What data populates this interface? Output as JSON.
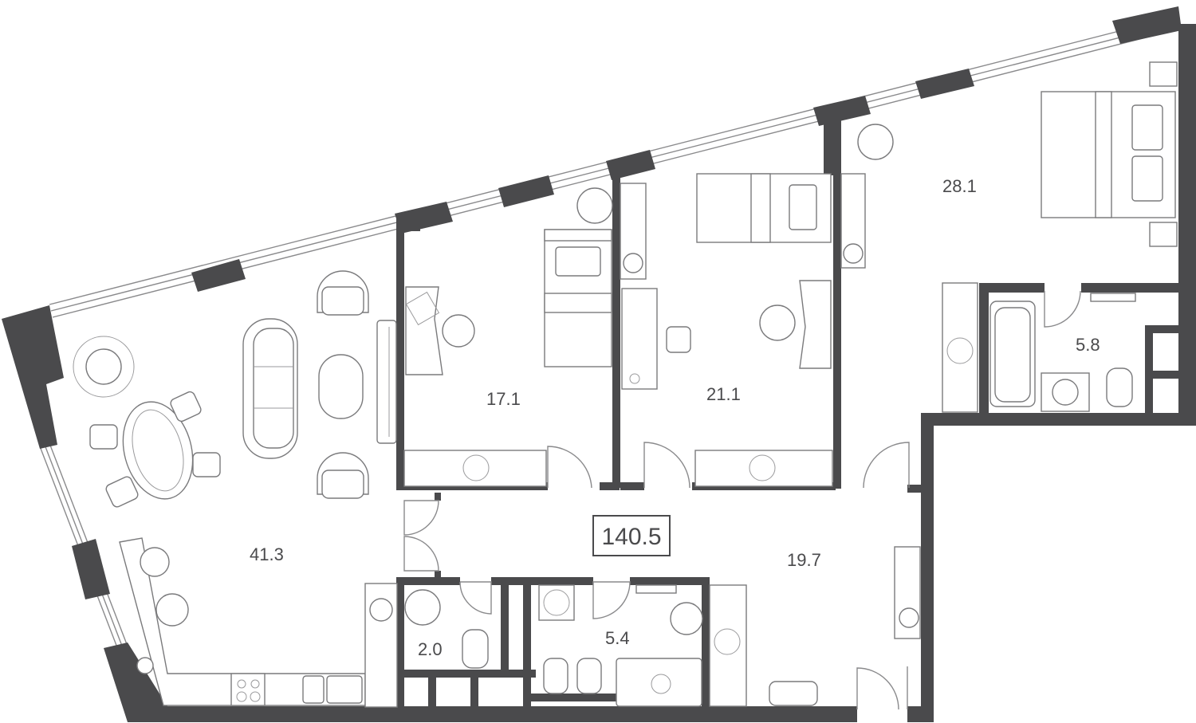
{
  "plan": {
    "total_area": "140.5",
    "rooms": {
      "living": "41.3",
      "bedroom_1": "17.1",
      "bedroom_2": "21.1",
      "master_bedroom": "28.1",
      "bathroom_master": "5.8",
      "hall": "19.7",
      "wc": "2.0",
      "bathroom": "5.4"
    },
    "colors": {
      "wall": "#4a4a4c",
      "line": "#8a8a8c",
      "background": "#ffffff"
    }
  }
}
